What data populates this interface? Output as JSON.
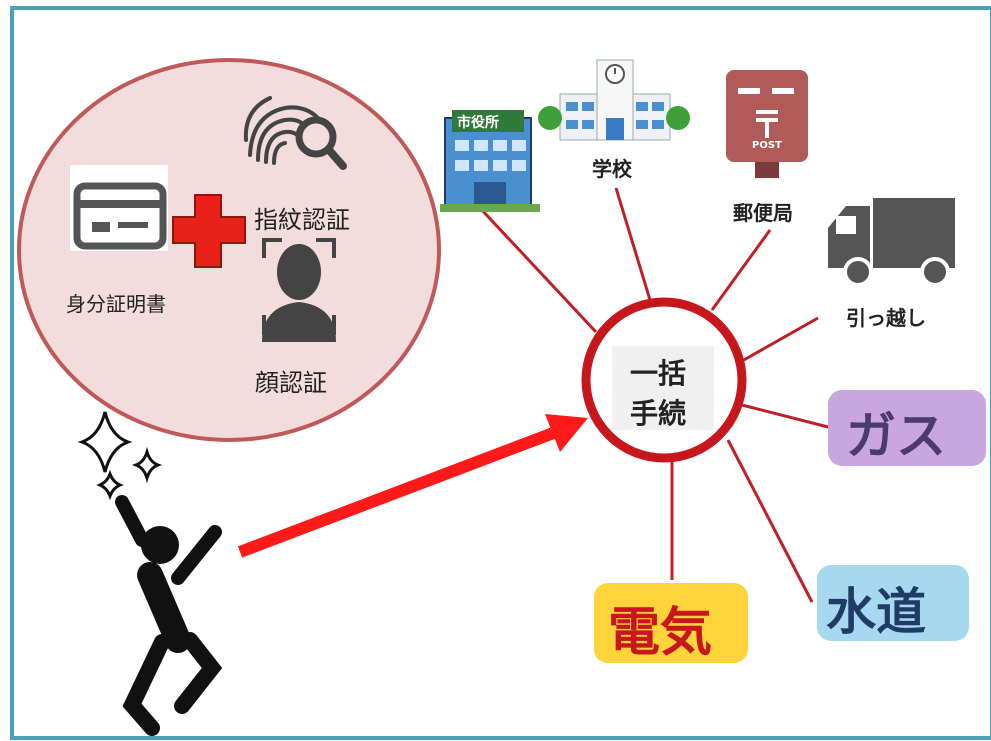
{
  "colors": {
    "frame": "#4aa3b8",
    "circle_fill": "#f2dcdc",
    "circle_stroke": "#c05a5a",
    "hub_ring": "#c8161d",
    "spoke": "#c01f26",
    "arrow": "#ff1a1a",
    "cross": "#e8211a",
    "gas_badge": "#c9a6e0",
    "water_badge": "#a6d8f0",
    "denki_badge": "#ffd33a"
  },
  "auth": {
    "id_card_label": "身分証明書",
    "fingerprint_label": "指紋認証",
    "face_label": "顔認証",
    "icons": [
      "id-card-icon",
      "plus-icon",
      "fingerprint-search-icon",
      "face-scan-icon"
    ]
  },
  "hub": {
    "line1": "一括",
    "line2": "手続"
  },
  "destinations": {
    "city_hall": {
      "sign": "市役所",
      "icon": "city-hall-icon"
    },
    "school": {
      "label": "学校",
      "icon": "school-icon"
    },
    "post_office": {
      "label": "郵便局",
      "postbox_text": "POST",
      "icon": "postbox-icon"
    },
    "moving": {
      "label": "引っ越し",
      "icon": "truck-icon"
    },
    "gas": {
      "label": "ガス"
    },
    "water": {
      "label": "水道"
    },
    "electricity": {
      "label": "電気"
    }
  },
  "person": {
    "icon": "jumping-person-icon",
    "sparkle_icon": "sparkle-icon"
  }
}
